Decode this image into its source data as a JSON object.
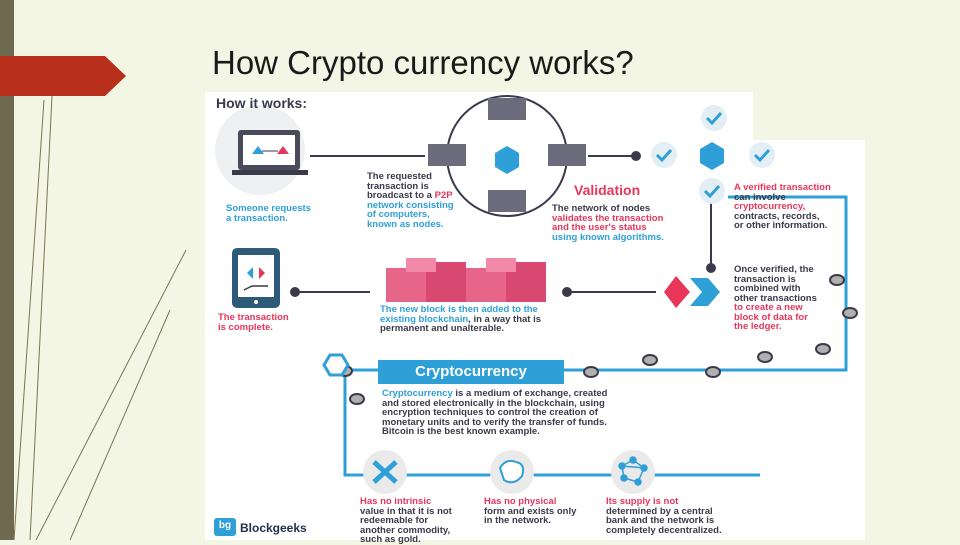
{
  "slide": {
    "title": "How Crypto currency works?"
  },
  "infographic": {
    "heading": "How it works:",
    "steps": {
      "request": {
        "line1": "Someone requests",
        "line2": "a transaction."
      },
      "broadcast": {
        "line1": "The requested",
        "line2": "transaction is",
        "line3_a": "broadcast to a ",
        "line3_b": "P2P",
        "line4": "network consisting",
        "line5": "of computers,",
        "line6": "known as nodes."
      },
      "validation": {
        "label": "Validation",
        "line1": "The network of nodes",
        "line2": "validates the transaction",
        "line3": "and the user's status",
        "line4": "using known algorithms."
      },
      "verified": {
        "line1": "A verified transaction",
        "line2": "can involve",
        "line3": "cryptocurrency,",
        "line4": "contracts, records,",
        "line5": "or other information."
      },
      "combined": {
        "line1": "Once verified, the",
        "line2": "transaction is",
        "line3": "combined with",
        "line4": "other transactions",
        "line5": "to create a new",
        "line6": "block of data for",
        "line7": "the ledger."
      },
      "block_added": {
        "line1": "The new block is then added to the",
        "line2_a": "existing blockchain",
        "line2_b": ", in a way that is",
        "line3": "permanent and unalterable."
      },
      "complete": {
        "line1": "The transaction",
        "line2": "is complete."
      }
    },
    "cryptocurrency": {
      "title": "Cryptocurrency",
      "desc_a": "Cryptocurrency",
      "desc_b": " is a medium of exchange, created",
      "desc2": "and stored electronically in the blockchain, using",
      "desc3": "encryption techniques to control the creation of",
      "desc4": "monetary units and to verify the transfer of funds.",
      "desc5": "Bitcoin is the best known example."
    },
    "properties": [
      {
        "l1": "Has no intrinsic",
        "l2": "value in that it is not",
        "l3": "redeemable for",
        "l4": "another commodity,",
        "l5": "such as gold."
      },
      {
        "l1": "Has no physical",
        "l2": "form and exists only",
        "l3": "in the network.",
        "l4": "",
        "l5": ""
      },
      {
        "l1": "Its supply is not",
        "l2": "determined by a central",
        "l3": "bank and the network is",
        "l4": "completely decentralized.",
        "l5": ""
      }
    ],
    "brand": "Blockgeeks",
    "brand_logo": "bg"
  },
  "colors": {
    "accent_blue": "#2f9fd8",
    "accent_red": "#e8355a",
    "title_arrow": "#b8301c",
    "sidebar": "#6f6a4f"
  }
}
